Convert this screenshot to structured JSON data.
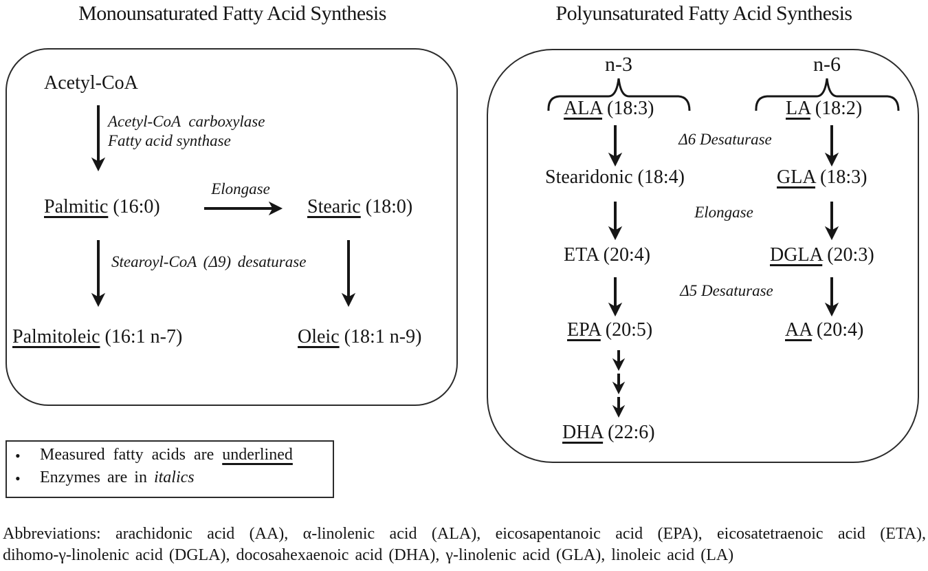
{
  "left_panel": {
    "title": "Monounsaturated Fatty Acid Synthesis",
    "start_node": "Acetyl-CoA",
    "enzyme_acc_line1": "Acetyl-CoA carboxylase",
    "enzyme_acc_line2": "Fatty acid synthase",
    "enzyme_elongase": "Elongase",
    "enzyme_scd": "Stearoyl-CoA (Δ9) desaturase",
    "nodes": {
      "palmitic": {
        "name": "Palmitic",
        "detail": " (16:0)"
      },
      "stearic": {
        "name": "Stearic",
        "detail": " (18:0)"
      },
      "palmitoleic": {
        "name": "Palmitoleic",
        "detail": " (16:1 n-7)"
      },
      "oleic": {
        "name": "Oleic",
        "detail": " (18:1 n-9)"
      }
    }
  },
  "right_panel": {
    "title": "Polyunsaturated Fatty Acid Synthesis",
    "n3_header": "n-3",
    "n6_header": "n-6",
    "enzyme_d6": "Δ6 Desaturase",
    "enzyme_elongase": "Elongase",
    "enzyme_d5": "Δ5 Desaturase",
    "nodes": {
      "ala": {
        "name": "ALA",
        "detail": " (18:3)"
      },
      "la": {
        "name": "LA",
        "detail": " (18:2)"
      },
      "stearidonic": {
        "name": "Stearidonic",
        "detail": " (18:4)"
      },
      "gla": {
        "name": "GLA",
        "detail": " (18:3)"
      },
      "eta": {
        "name": "ETA",
        "detail": " (20:4)"
      },
      "dgla": {
        "name": "DGLA",
        "detail": " (20:3)"
      },
      "epa": {
        "name": "EPA",
        "detail": " (20:5)"
      },
      "aa": {
        "name": "AA",
        "detail": " (20:4)"
      },
      "dha": {
        "name": "DHA",
        "detail": " (22:6)"
      }
    }
  },
  "legend": {
    "bullet": "•",
    "item1_prefix": "Measured fatty acids are ",
    "item1_emphasis": "underlined",
    "item2_prefix": "Enzymes are in ",
    "item2_emphasis": "italics"
  },
  "abbreviations": {
    "line1": "Abbreviations:  arachidonic acid (AA), α-linolenic acid (ALA), eicosapentanoic acid (EPA), eicosatetraenoic acid (ETA),",
    "line2": "dihomo-γ-linolenic acid (DGLA), docosahexaenoic acid (DHA), γ-linolenic acid (GLA), linoleic acid (LA)"
  },
  "colors": {
    "ink": "#151515",
    "line": "#161616",
    "border": "#2b2b2b",
    "background": "#ffffff"
  }
}
